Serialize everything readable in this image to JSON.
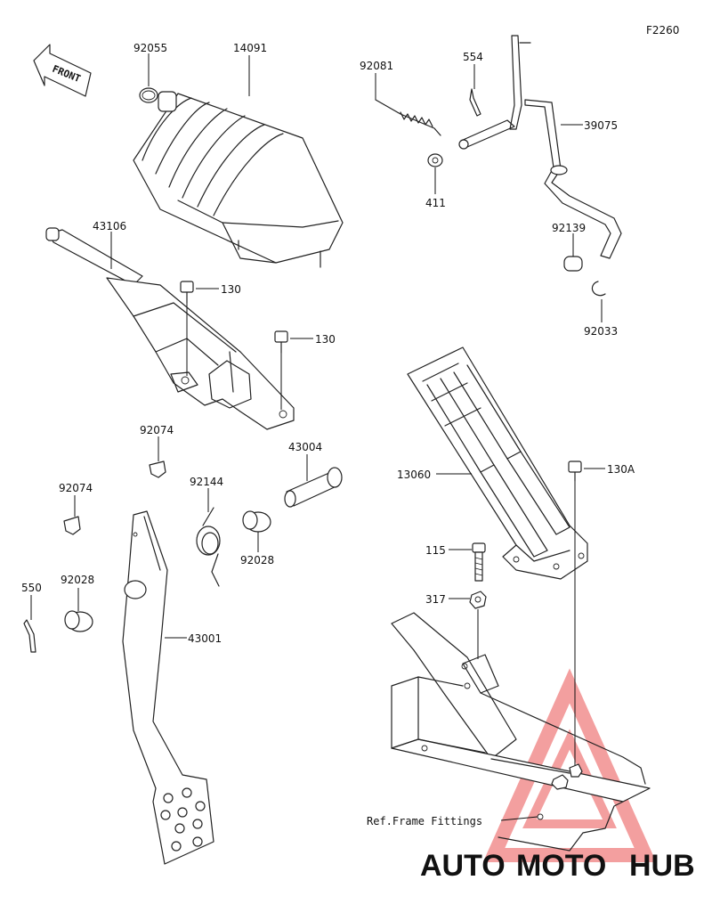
{
  "figure_code": "F2260",
  "front_label": "FRONT",
  "reference_note": "Ref.Frame Fittings",
  "watermark": {
    "text_part1": "AUTO",
    "text_part2": "MOTO",
    "text_part3": "HUB",
    "colors": {
      "auto": "#f6b58e",
      "moto": "#f4a07f",
      "hub": "#8c8c8c",
      "triangle": "#f07f7f"
    }
  },
  "callouts": {
    "c92055": "92055",
    "c14091": "14091",
    "c92081": "92081",
    "c554": "554",
    "c39075": "39075",
    "c411": "411",
    "c43106": "43106",
    "c130a": "130",
    "c130b": "130",
    "c92139": "92139",
    "c92033": "92033",
    "c92074a": "92074",
    "c43004": "43004",
    "c13060": "13060",
    "c130A": "130A",
    "c92144": "92144",
    "c92074b": "92074",
    "c92028a": "92028",
    "c115": "115",
    "c317": "317",
    "c550": "550",
    "c92028b": "92028",
    "c43001": "43001"
  }
}
